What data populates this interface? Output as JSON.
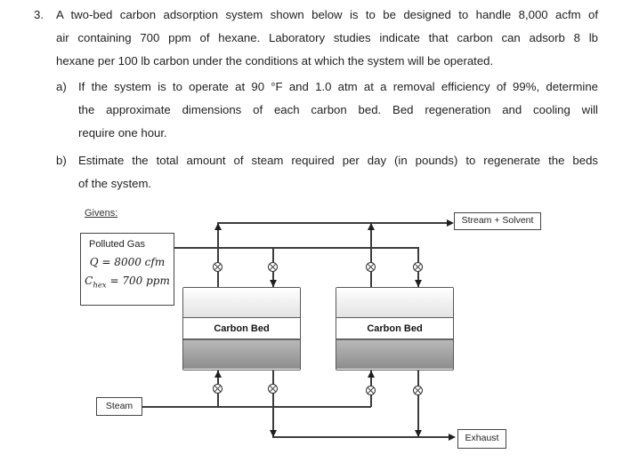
{
  "problem": {
    "number": "3.",
    "lines": [
      "A two-bed carbon adsorption system shown below is to be designed to handle 8,000 acfm of",
      "air containing 700 ppm of hexane. Laboratory studies indicate that carbon can adsorb 8 lb",
      "hexane per 100 lb carbon under the conditions at which the system will be operated."
    ],
    "parts": [
      {
        "label": "a)",
        "lines": [
          "If the system is to operate at 90 °F and 1.0 atm at a removal efficiency of 99%, determine",
          "the approximate dimensions of each carbon bed. Bed regeneration and cooling will",
          "require one hour."
        ]
      },
      {
        "label": "b)",
        "lines": [
          "Estimate the total amount of steam required per day (in pounds) to regenerate the beds",
          "of the system."
        ]
      }
    ]
  },
  "diagram": {
    "givens_label": "Givens:",
    "polluted_gas_box": {
      "title": "Polluted Gas",
      "flow_label": "Q = 8000 cfm",
      "conc_base": "C",
      "conc_sub": "hex",
      "conc_rest": " = 700 ppm"
    },
    "stream_solvent_label": "Stream + Solvent",
    "steam_label": "Steam",
    "exhaust_label": "Exhaust",
    "bed1_label": "Carbon Bed",
    "bed2_label": "Carbon Bed",
    "colors": {
      "pipe_line": "#3c3c3c",
      "box_border": "#454545",
      "bed_top_gradient_start": "#ffffff",
      "bed_top_gradient_end": "#e3e3e3",
      "bed_bottom_gradient_start": "#b9b9b9",
      "bed_bottom_gradient_end": "#8d8d8d",
      "text": "#1f1f1f"
    }
  }
}
